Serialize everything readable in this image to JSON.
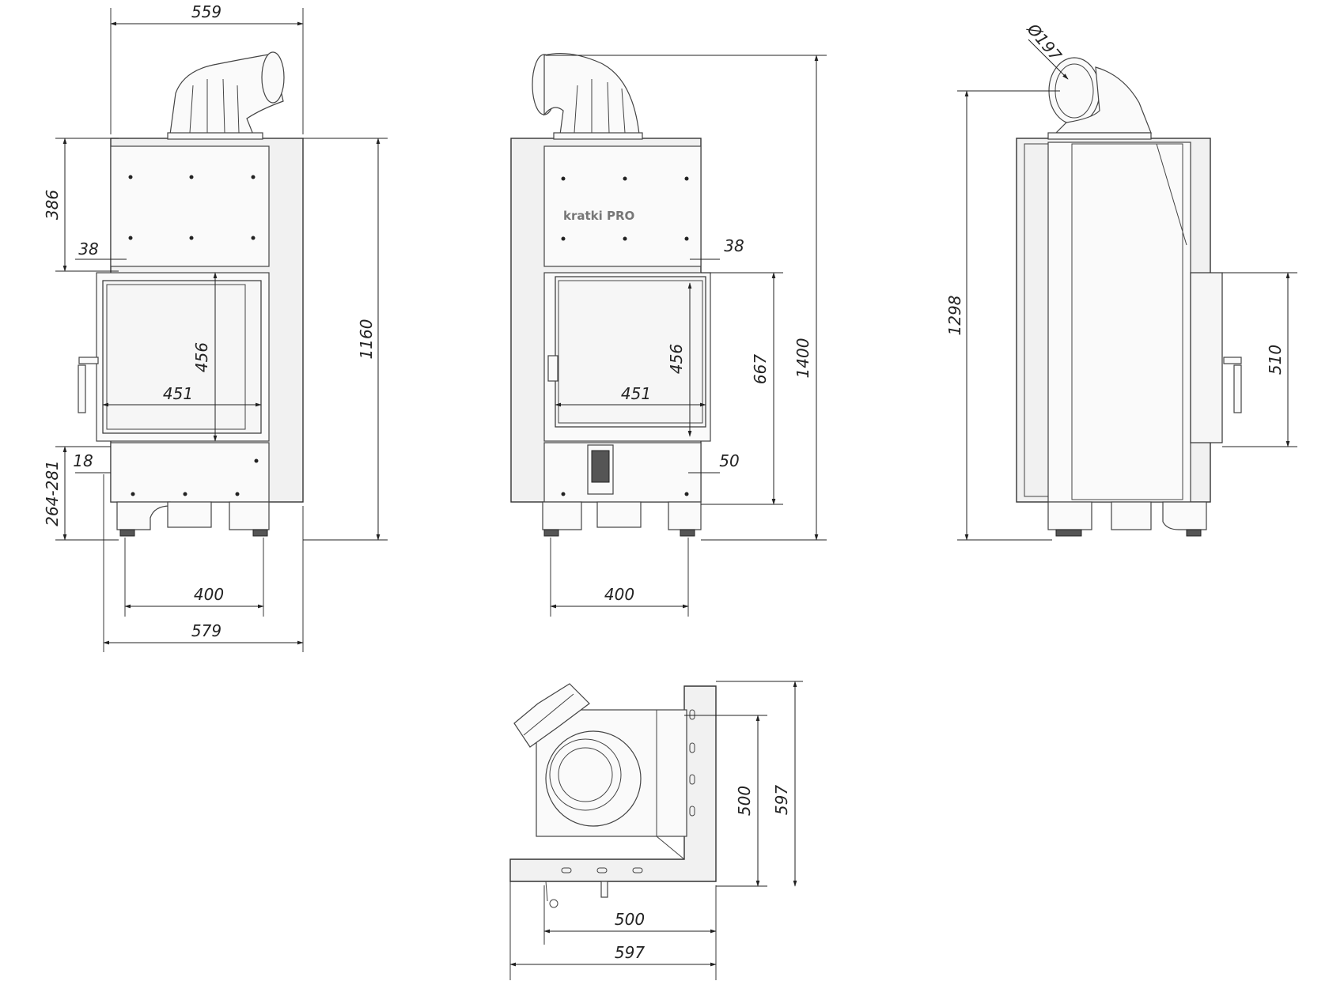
{
  "brand": {
    "logo_text": "kratki PRO"
  },
  "front_view": {
    "top_width": "559",
    "upper_height": "386",
    "frame_offset": "38",
    "glass_height": "456",
    "glass_width": "451",
    "total_height": "1160",
    "bottom_offset": "18",
    "leg_height": "264-281",
    "leg_spacing": "400",
    "total_width": "579"
  },
  "corner_view": {
    "frame_offset": "38",
    "glass_height": "456",
    "glass_width": "451",
    "door_height": "667",
    "total_height": "1400",
    "side_offset": "50",
    "leg_spacing": "400"
  },
  "side_view": {
    "flue_diameter": "Ø197",
    "total_height": "1298",
    "side_glass_height": "510"
  },
  "top_view": {
    "depth_inner": "500",
    "depth_total": "597",
    "width_inner": "500",
    "width_total": "597"
  }
}
